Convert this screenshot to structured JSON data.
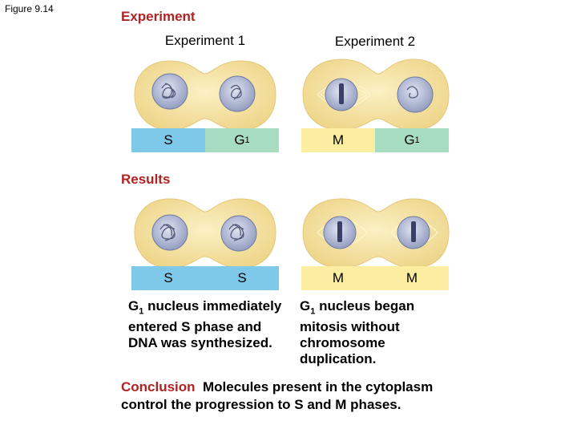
{
  "figure_label": "Figure 9.14",
  "experiment_heading": "Experiment",
  "experiment1": {
    "title": "Experiment 1",
    "left_phase": "S",
    "right_phase": "G",
    "right_phase_sub": "1"
  },
  "experiment2": {
    "title": "Experiment 2",
    "left_phase": "M",
    "right_phase": "G",
    "right_phase_sub": "1"
  },
  "results_heading": "Results",
  "result1": {
    "left_phase": "S",
    "right_phase": "S",
    "text_prefix": "G",
    "text_sub": "1",
    "text_rest": " nucleus immediately entered S phase and DNA was synthesized."
  },
  "result2": {
    "left_phase": "M",
    "right_phase": "M",
    "text_prefix": "G",
    "text_sub": "1",
    "text_rest": " nucleus began mitosis without chromosome duplication."
  },
  "conclusion": {
    "label": "Conclusion",
    "text": "Molecules present in the cytoplasm control the progression to S and M phases."
  },
  "colors": {
    "s_phase": "#7ec8ea",
    "g1_phase": "#a8dcc0",
    "m_phase": "#fbeea0",
    "cell": "#f6e7a6",
    "nucleus": "#a8b0cc",
    "heading": "#b22222"
  }
}
